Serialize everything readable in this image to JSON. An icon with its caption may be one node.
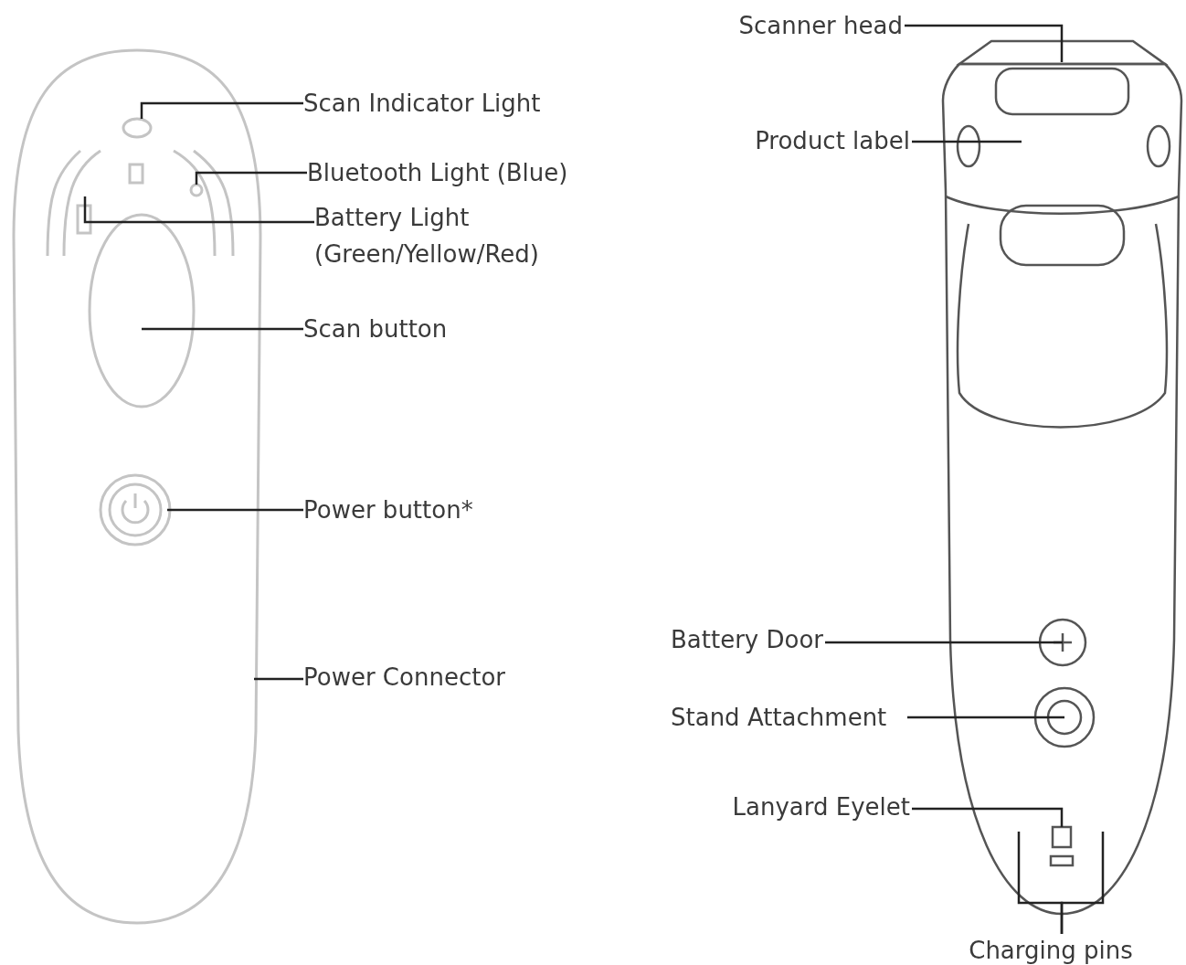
{
  "diagram": {
    "nodes": [
      {
        "text": [
          "Scan Indicator Light"
        ]
      },
      {
        "text": [
          "Bluetooth Light (Blue)"
        ]
      },
      {
        "text": [
          "Battery Light (Green/Yellow/Red)"
        ]
      },
      {
        "text": [
          "Scan button"
        ]
      },
      {
        "text": [
          "Power button*"
        ]
      },
      {
        "text": [
          "Power Connector"
        ]
      },
      {
        "text": [
          "Scanner head"
        ]
      },
      {
        "text": [
          "Product label"
        ]
      },
      {
        "text": [
          "Battery Door"
        ]
      },
      {
        "text": [
          "Stand Attachment"
        ]
      },
      {
        "text": [
          "Lanyard Eyelet"
        ]
      },
      {
        "text": [
          "Charging pins"
        ]
      }
    ],
    "edges": [
      {
        "from": 0,
        "to": null,
        "arrow": "none"
      },
      {
        "from": 1,
        "to": null,
        "arrow": "none"
      },
      {
        "from": 2,
        "to": null,
        "arrow": "none"
      },
      {
        "from": 3,
        "to": null,
        "arrow": "none"
      },
      {
        "from": 4,
        "to": null,
        "arrow": "none"
      },
      {
        "from": 5,
        "to": null,
        "arrow": "none"
      },
      {
        "from": 6,
        "to": null,
        "arrow": "none"
      },
      {
        "from": 7,
        "to": null,
        "arrow": "none"
      },
      {
        "from": 8,
        "to": null,
        "arrow": "none"
      },
      {
        "from": 9,
        "to": null,
        "arrow": "none"
      },
      {
        "from": 10,
        "to": null,
        "arrow": "none"
      },
      {
        "from": 11,
        "to": null,
        "arrow": "none"
      },
      {
        "from": 11,
        "to": null,
        "arrow": "none"
      }
    ]
  }
}
